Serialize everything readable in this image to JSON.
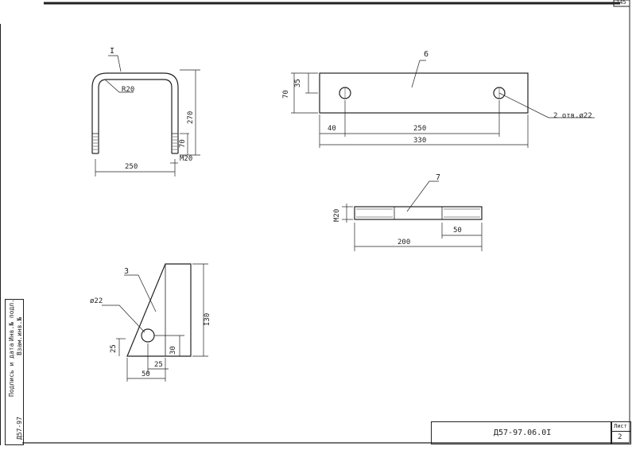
{
  "header": {
    "corner_mark": "145"
  },
  "sidebar": {
    "col_a": "Инв.№ подл.",
    "col_b": "Подпись и дата",
    "col_c": "Взам.инв.№",
    "code": "Д57-97"
  },
  "title_block": {
    "doc_code": "Д57-97.06.0I",
    "sheet_label": "Лист",
    "sheet_no": "2"
  },
  "part1": {
    "label": "I",
    "radius": "R20",
    "width": "250",
    "height": "270",
    "thread_len": "70",
    "thread": "M20"
  },
  "part6": {
    "label": "6",
    "height": "70",
    "half_height": "35",
    "edge_offset": "40",
    "hole_spacing": "250",
    "length": "330",
    "holes_note": "2 отв.ø22"
  },
  "part7": {
    "label": "7",
    "thread": "M20",
    "thread_len": "50",
    "length": "200"
  },
  "part3": {
    "label": "3",
    "hole": "ø22",
    "height": "I30",
    "hole_height": "30",
    "left_height": "25",
    "hole_offset": "25",
    "width": "50"
  }
}
